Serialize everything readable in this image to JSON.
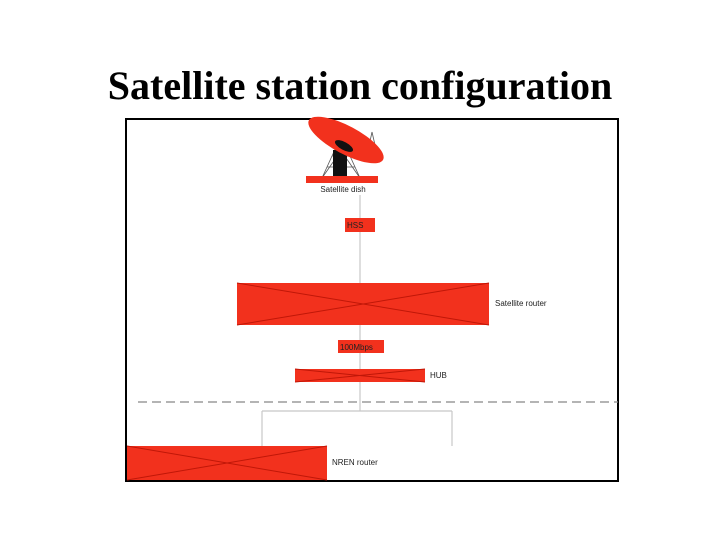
{
  "slide": {
    "title": "Satellite station configuration"
  },
  "diagram": {
    "labels": {
      "satellite_dish": "Satellite dish",
      "hss": "HSS",
      "satellite_router": "Satellite router",
      "link_speed": "100Mbps",
      "hub": "HUB",
      "nren_router": "NREN router"
    },
    "colors": {
      "box_fill": "#f2311d",
      "box_cross": "#c01708",
      "line": "#c8c8c8",
      "dashed_line": "#888888",
      "frame": "#000000"
    }
  }
}
